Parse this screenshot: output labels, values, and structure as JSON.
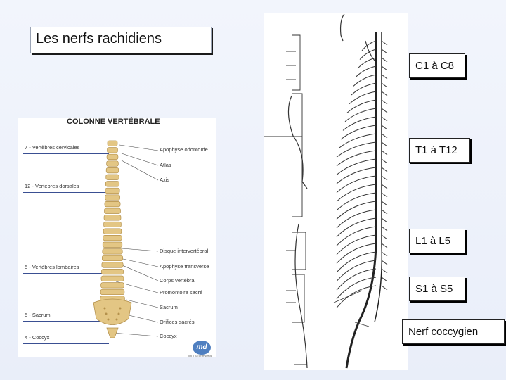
{
  "slide": {
    "title": "Les nerfs rachidiens"
  },
  "spine_panel": {
    "heading": "COLONNE VERTÉBRALE",
    "left_labels": [
      "7 - Vertèbres cervicales",
      "12 - Vertèbres dorsales",
      "5 - Vertèbres lombaires",
      "5 - Sacrum",
      "4 - Coccyx"
    ],
    "right_labels": [
      "Apophyse odontoïde",
      "Atlas",
      "Axis",
      "Disque intervertébral",
      "Apophyse transverse",
      "Corps vertébral",
      "Promontoire sacré",
      "Sacrum",
      "Orifices sacrés",
      "Coccyx"
    ],
    "logo_text": "md",
    "logo_caption": "MD Multimédia"
  },
  "nerve_regions": [
    "C1 à C8",
    "T1 à T12",
    "L1 à L5",
    "S1 à S5",
    "Nerf coccygien"
  ],
  "colors": {
    "background": "#eef2fb",
    "bone": "#e3c684",
    "leader_line": "#3a4f92"
  }
}
